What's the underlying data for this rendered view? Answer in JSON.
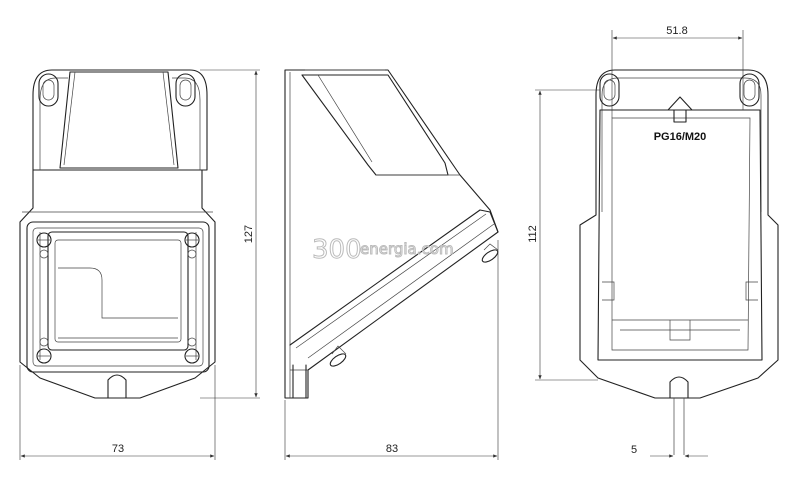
{
  "drawing": {
    "dimensions": {
      "front_width": "73",
      "front_height": "127",
      "side_depth": "83",
      "back_height": "112",
      "back_inner_width": "51.8",
      "back_slot": "5"
    },
    "cable_entry_label": "PG16/M20",
    "watermark": {
      "number": "300",
      "word": "energia.com"
    }
  }
}
